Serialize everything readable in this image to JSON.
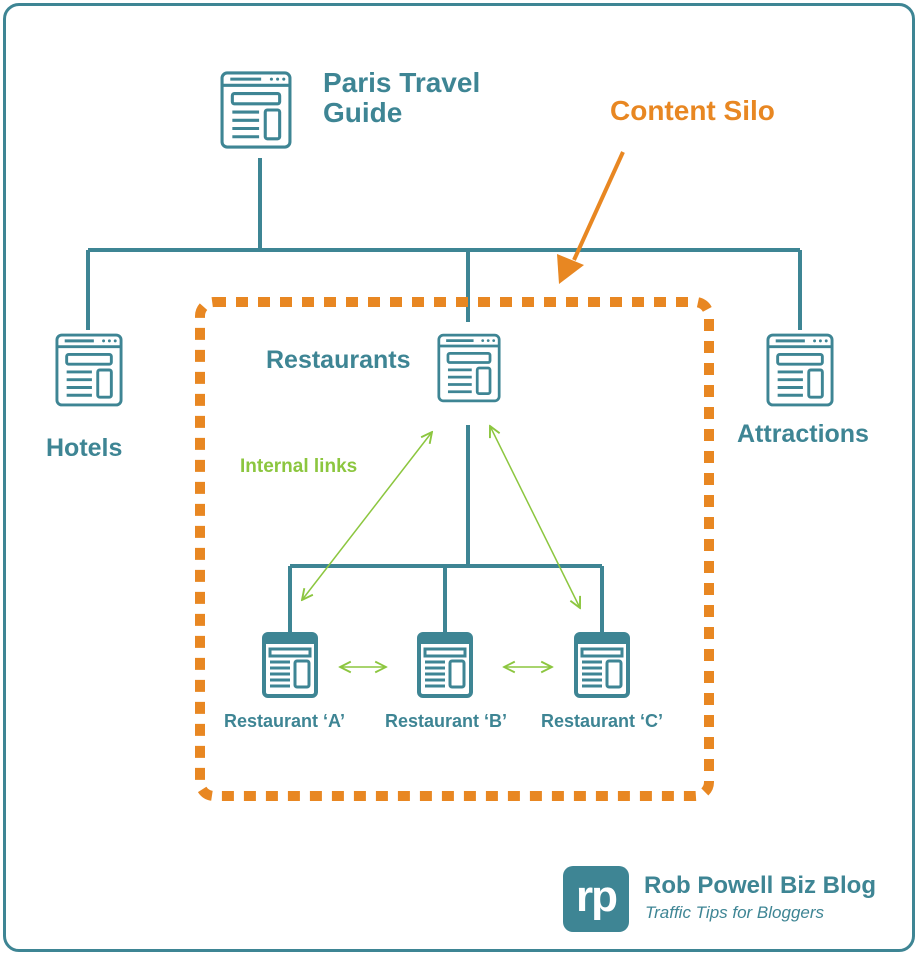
{
  "colors": {
    "teal": "#3e8594",
    "orange": "#e88722",
    "green": "#8cc63f"
  },
  "nodes": {
    "root": {
      "label_line1": "Paris Travel",
      "label_line2": "Guide",
      "icon": "webpage-icon"
    },
    "hotels": {
      "label": "Hotels",
      "icon": "webpage-icon"
    },
    "restaurants": {
      "label": "Restaurants",
      "icon": "webpage-icon"
    },
    "attractions": {
      "label": "Attractions",
      "icon": "webpage-icon"
    },
    "restaurant_a": {
      "label": "Restaurant ‘A’",
      "icon": "article-page-icon"
    },
    "restaurant_b": {
      "label": "Restaurant ‘B’",
      "icon": "article-page-icon"
    },
    "restaurant_c": {
      "label": "Restaurant ‘C’",
      "icon": "article-page-icon"
    }
  },
  "annotations": {
    "silo_label": "Content Silo",
    "links_label": "Internal links"
  },
  "brand": {
    "logo_text": "rp",
    "name": "Rob Powell Biz Blog",
    "tagline": "Traffic Tips for Bloggers"
  }
}
